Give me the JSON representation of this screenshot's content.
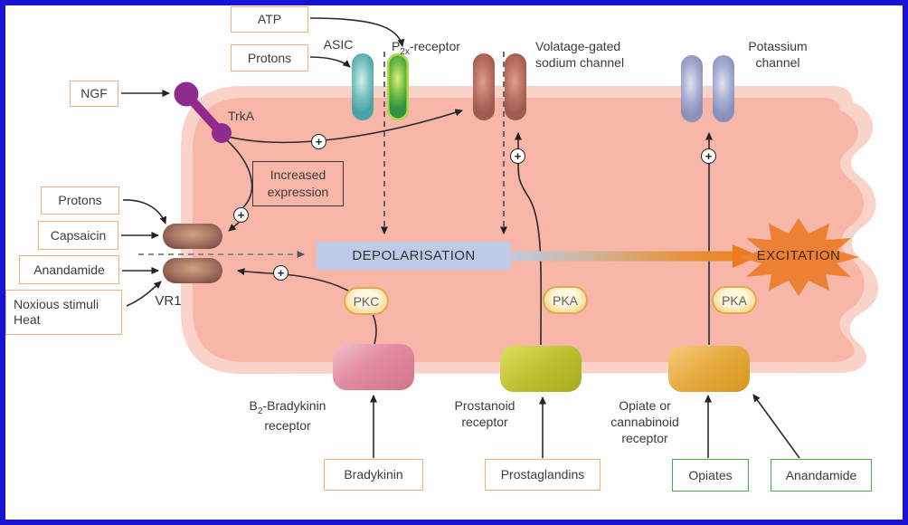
{
  "ligands": {
    "atp": "ATP",
    "protons_top": "Protons",
    "ngf": "NGF",
    "protons_left": "Protons",
    "capsaicin": "Capsaicin",
    "anandamide_left": "Anandamide",
    "noxious_line1": "Noxious stimuli",
    "noxious_line2": "Heat",
    "bradykinin": "Bradykinin",
    "prostaglandins": "Prostaglandins",
    "opiates": "Opiates",
    "anandamide_right": "Anandamide"
  },
  "channels": {
    "asic": "ASIC",
    "p2x_pre": "P",
    "p2x_sub": "2x",
    "p2x_post": "-receptor",
    "sodium_line1": "Volatage-gated",
    "sodium_line2": "sodium channel",
    "potassium_line1": "Potassium",
    "potassium_line2": "channel",
    "trka": "TrkA",
    "vr1": "VR1"
  },
  "receptors": {
    "b2_pre": "B",
    "b2_sub": "2",
    "b2_post": "-Bradykinin",
    "b2_line2": "receptor",
    "prostanoid_line1": "Prostanoid",
    "prostanoid_line2": "receptor",
    "opiate_line1": "Opiate or",
    "opiate_line2": "cannabinoid",
    "opiate_line3": "receptor"
  },
  "process": {
    "increased_line1": "Increased",
    "increased_line2": "expression",
    "depolarisation": "DEPOLARISATION",
    "excitation": "EXCITATION",
    "pkc": "PKC",
    "pka_sodium": "PKA",
    "pka_potassium": "PKA"
  },
  "symbols": {
    "plus": "+"
  },
  "colors": {
    "frame_blue": "#1813d2",
    "cell_fill": "#f7b6a7",
    "membrane_light": "#fad3c8",
    "box_border_orange": "#f0ae7c",
    "box_border_green": "#4aa84a",
    "depolarisation_bg": "#bdcbe7",
    "excitation_star": "#ec8033",
    "orange_arrow": "#ee7a1e",
    "trka_purple": "#8e2b8c",
    "kinase_border": "#e2a84f"
  }
}
